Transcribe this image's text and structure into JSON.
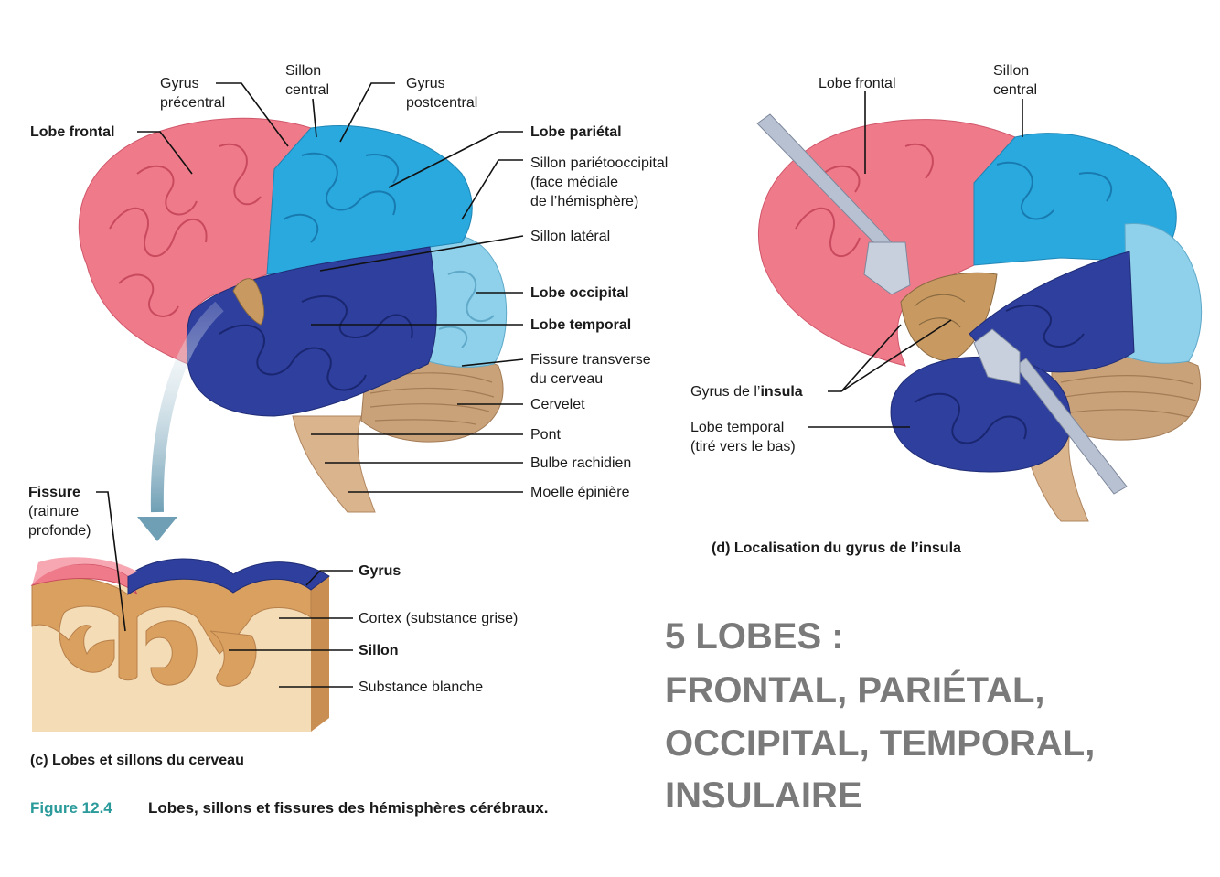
{
  "colors": {
    "frontal": "#ef7b8a",
    "parietal": "#2aa9df",
    "occipital": "#8fd0ea",
    "temporal": "#2e3f9e",
    "cerebellum": "#c9a27a",
    "white_matter": "#f3dcb6",
    "grey_matter": "#d9a060",
    "teal_fig": "#2a9a9a",
    "big_text": "#7a7a7a"
  },
  "panel_c": {
    "labels": {
      "gyrus_precentral": [
        "Gyrus",
        "précentral"
      ],
      "sillon_central": [
        "Sillon",
        "central"
      ],
      "gyrus_postcentral": [
        "Gyrus",
        "postcentral"
      ],
      "lobe_frontal": "Lobe frontal",
      "lobe_parietal": "Lobe pariétal",
      "sillon_parieto": [
        "Sillon pariétooccipital",
        "(face médiale",
        "de l’hémisphère)"
      ],
      "sillon_lateral": "Sillon latéral",
      "lobe_occipital": "Lobe occipital",
      "lobe_temporal": "Lobe temporal",
      "fissure_transverse": [
        "Fissure transverse",
        "du cerveau"
      ],
      "cervelet": "Cervelet",
      "pont": "Pont",
      "bulbe": "Bulbe rachidien",
      "moelle": "Moelle épinière",
      "fissure": "Fissure",
      "fissure_sub": [
        "(rainure",
        "profonde)"
      ],
      "gyrus": "Gyrus",
      "cortex": "Cortex (substance grise)",
      "sillon": "Sillon",
      "substance_blanche": "Substance blanche"
    },
    "caption": "(c) Lobes et sillons du cerveau"
  },
  "panel_d": {
    "labels": {
      "lobe_frontal": "Lobe frontal",
      "sillon_central": [
        "Sillon",
        "central"
      ],
      "gyrus_insula_prefix": "Gyrus de l’",
      "gyrus_insula_bold": "insula",
      "lobe_temporal": [
        "Lobe temporal",
        "(tiré vers le bas)"
      ]
    },
    "caption": "(d) Localisation du gyrus de l’insula"
  },
  "figure": {
    "number": "Figure 12.4",
    "title": "Lobes, sillons et fissures des hémisphères cérébraux."
  },
  "headline": {
    "lines": [
      "5 LOBES :",
      "FRONTAL, PARIÉTAL,",
      "OCCIPITAL, TEMPORAL,",
      "INSULAIRE"
    ]
  }
}
